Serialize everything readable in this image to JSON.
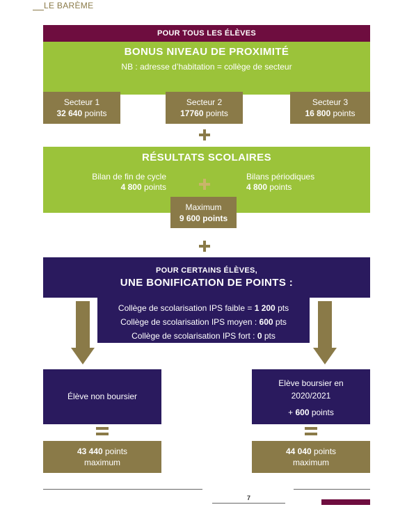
{
  "header": {
    "section_label": "LE BARÈME"
  },
  "top_bar": {
    "label": "POUR TOUS LES ÉLÈVES"
  },
  "proximity": {
    "title": "BONUS NIVEAU DE PROXIMITÉ",
    "note": "NB : adresse d’habitation = collège de secteur",
    "sectors": [
      {
        "name": "Secteur 1",
        "points": "32 640",
        "unit": "points"
      },
      {
        "name": "Secteur 2",
        "points": "17760",
        "unit": "points"
      },
      {
        "name": "Secteur 3",
        "points": "16 800",
        "unit": "points"
      }
    ]
  },
  "results": {
    "title": "RÉSULTATS SCOLAIRES",
    "left": {
      "label": "Bilan de fin de cycle",
      "points": "4 800",
      "unit": "points"
    },
    "right": {
      "label": "Bilans périodiques",
      "points": "4 800",
      "unit": "points"
    },
    "maximum": {
      "label": "Maximum",
      "points": "9 600",
      "unit": "points"
    }
  },
  "bonus": {
    "line1": "POUR CERTAINS ÉLÈVES,",
    "line2": "UNE BONIFICATION DE POINTS :",
    "ips": [
      {
        "text": "Collège de scolarisation IPS faible = ",
        "value": "1 200",
        "unit": " pts"
      },
      {
        "text": "Collège de scolarisation IPS moyen : ",
        "value": "600",
        "unit": " pts"
      },
      {
        "text": "Collège de scolarisation IPS fort : ",
        "value": "0",
        "unit": " pts"
      }
    ]
  },
  "students": {
    "non_boursier": {
      "label": "Élève non boursier"
    },
    "boursier": {
      "line1": "Elève boursier en",
      "line2": "2020/2021",
      "prefix": "+ ",
      "points": "600",
      "unit": " points"
    }
  },
  "totals": {
    "left": {
      "points": "43 440",
      "unit": " points",
      "suffix": "maximum"
    },
    "right": {
      "points": "44 040",
      "unit": " points",
      "suffix": "maximum"
    }
  },
  "footer": {
    "page_number": "7"
  },
  "colors": {
    "maroon": "#6e0d3f",
    "green": "#9bc33a",
    "olive": "#8a7a48",
    "purple": "#2a1a5e"
  }
}
